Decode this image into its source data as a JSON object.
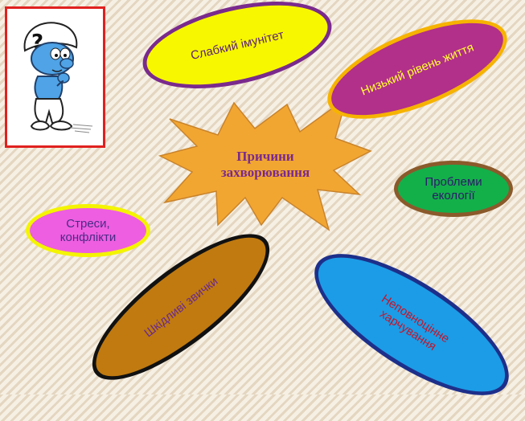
{
  "slide": {
    "center": {
      "label": "Причини\nзахворювання"
    },
    "causes": [
      {
        "id": "weak-immunity",
        "label": "Слабкий імунітет",
        "fill": "#f7f700",
        "border": "#7a2a8c",
        "text_color": "#5b1f7a"
      },
      {
        "id": "low-living-standard",
        "label": "Низький рівень життя",
        "fill": "#b22f8a",
        "border": "#f6b300",
        "text_color": "#ffff33"
      },
      {
        "id": "ecology-problems",
        "label": "Проблеми екології",
        "fill": "#13b04a",
        "border": "#8b5a2b",
        "text_color": "#2d1b6b"
      },
      {
        "id": "stress-conflicts",
        "label": "Стреси, конфлікти",
        "fill": "#ee5ee0",
        "border": "#f4f400",
        "text_color": "#4b2a86"
      },
      {
        "id": "bad-habits",
        "label": "Шкідливі звички",
        "fill": "#c07a10",
        "border": "#111111",
        "text_color": "#6a2a8c"
      },
      {
        "id": "poor-nutrition",
        "label": "Неповноцінне харчування",
        "fill": "#1c9ce6",
        "border": "#1d2f8a",
        "text_color": "#c4162c"
      }
    ],
    "star_fill": "#f2a632",
    "illustration": {
      "icon": "question-mark-smurf"
    }
  }
}
